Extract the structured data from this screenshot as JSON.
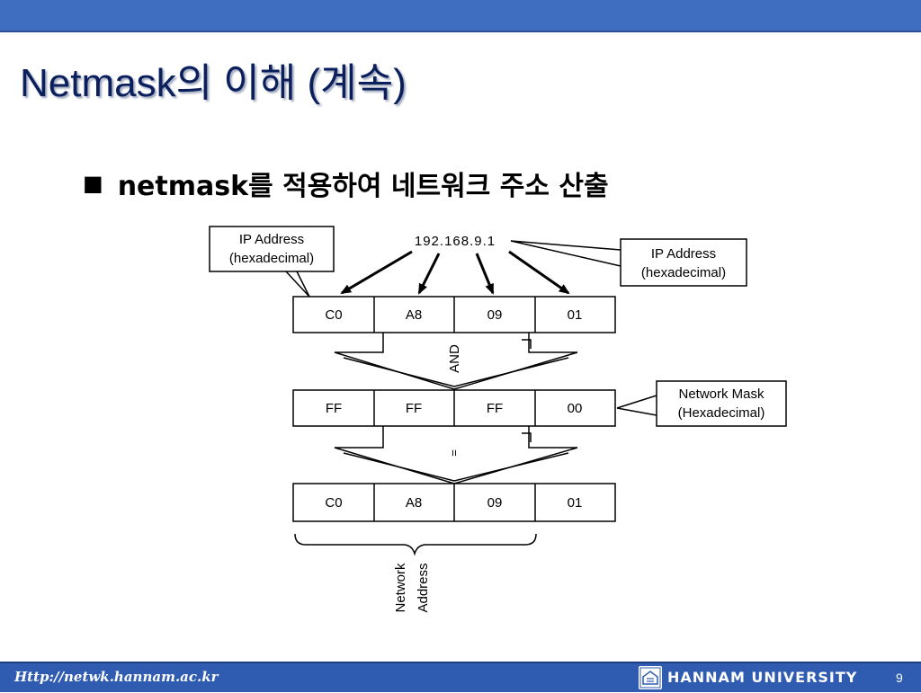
{
  "slide": {
    "title": "Netmask의 이해 (계속)",
    "bullet_mark": "■",
    "bullet_text": "netmask를 적용하여 네트워크 주소 산출"
  },
  "diagram": {
    "ip_dotted": "192.168.9.1",
    "callout_left": [
      "IP Address",
      "(hexadecimal)"
    ],
    "callout_right": [
      "IP Address",
      "(hexadecimal)"
    ],
    "callout_mask": [
      "Network Mask",
      "(Hexadecimal)"
    ],
    "row_ip": [
      "C0",
      "A8",
      "09",
      "01"
    ],
    "row_mask": [
      "FF",
      "FF",
      "FF",
      "00"
    ],
    "row_result": [
      "C0",
      "A8",
      "09",
      "01"
    ],
    "op_and": "AND",
    "op_equals": "=",
    "brace_label": [
      "Network",
      "Address"
    ]
  },
  "footer": {
    "url": "Http://netwk.hannam.ac.kr",
    "university": "HANNAM UNIVERSITY",
    "page": "9"
  }
}
